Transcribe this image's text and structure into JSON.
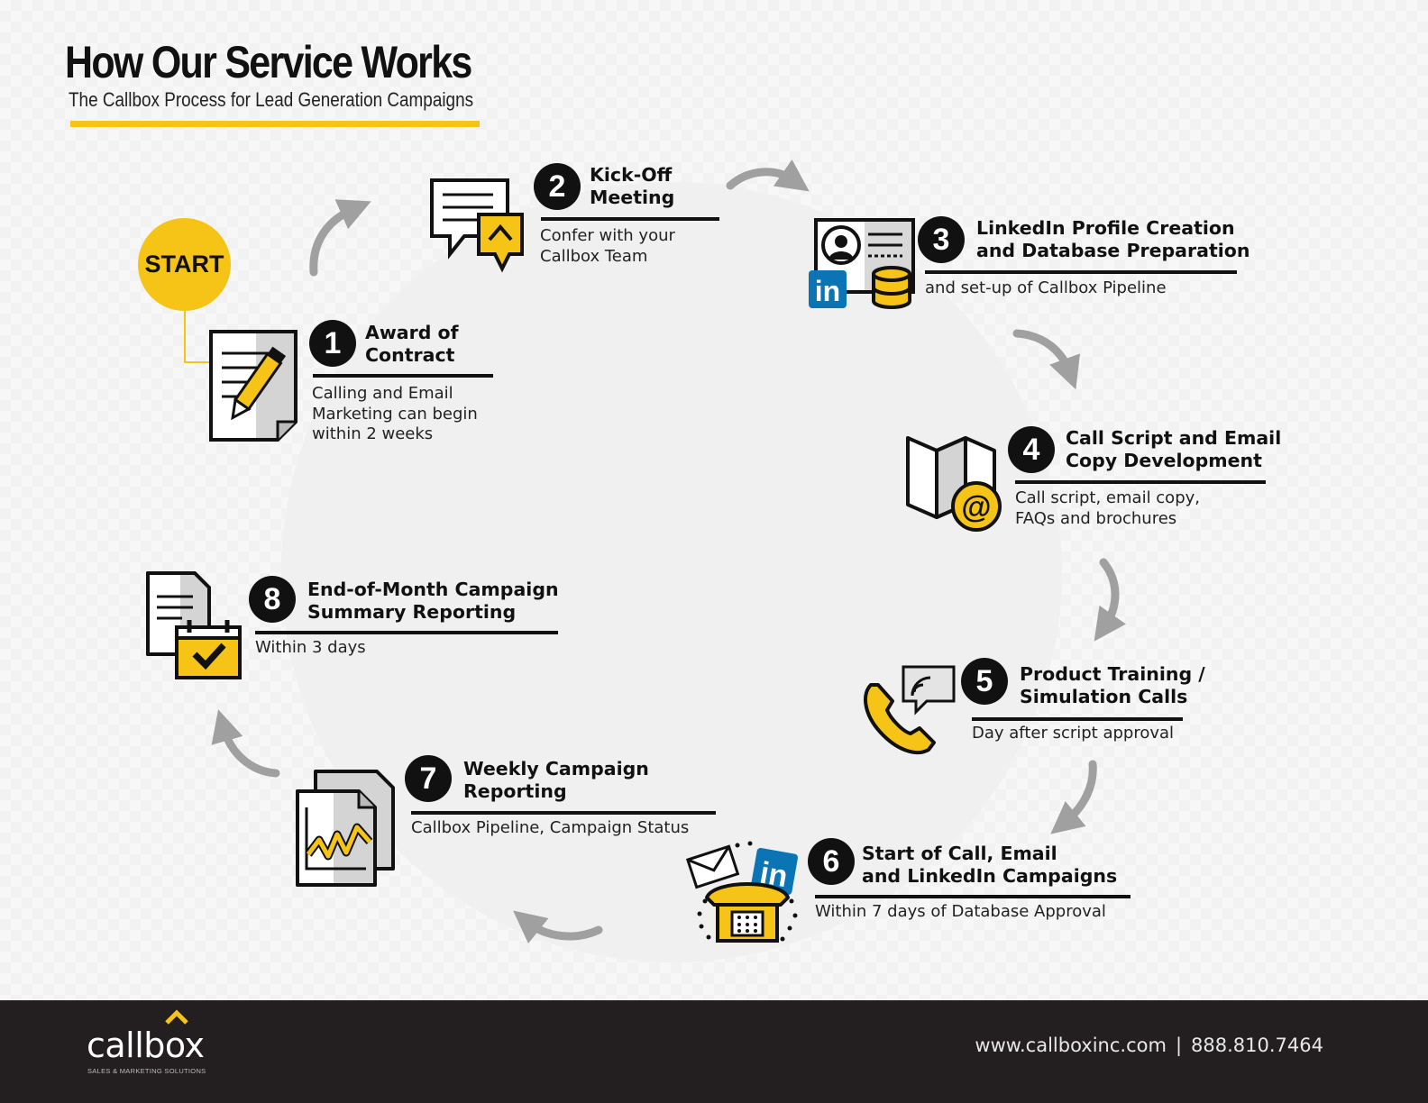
{
  "header": {
    "title": "How Our Service Works",
    "subtitle": "The Callbox Process for Lead Generation Campaigns"
  },
  "start_label": "START",
  "steps": [
    {
      "number": "1",
      "title": "Award of\nContract",
      "desc": "Calling and Email\nMarketing can begin\nwithin 2 weeks",
      "icon": "contract-pencil-icon"
    },
    {
      "number": "2",
      "title": "Kick-Off\nMeeting",
      "desc": "Confer with your\nCallbox Team",
      "icon": "chat-bubbles-icon"
    },
    {
      "number": "3",
      "title": "LinkedIn Profile Creation\nand Database Preparation",
      "desc": "and set-up of Callbox Pipeline",
      "icon": "profile-database-icon"
    },
    {
      "number": "4",
      "title": "Call Script and Email\nCopy Development",
      "desc": "Call script, email copy,\nFAQs and brochures",
      "icon": "map-email-icon"
    },
    {
      "number": "5",
      "title": "Product Training /\nSimulation Calls",
      "desc": "Day after script approval",
      "icon": "phone-signal-icon"
    },
    {
      "number": "6",
      "title": "Start of Call, Email\nand LinkedIn Campaigns",
      "desc": "Within 7 days of Database Approval",
      "icon": "telephone-campaign-icon"
    },
    {
      "number": "7",
      "title": "Weekly Campaign\nReporting",
      "desc": "Callbox Pipeline, Campaign Status",
      "icon": "report-chart-icon"
    },
    {
      "number": "8",
      "title": "End-of-Month Campaign\nSummary Reporting",
      "desc": "Within 3 days",
      "icon": "calendar-check-icon"
    }
  ],
  "icon_labels": {
    "linkedin": "in"
  },
  "footer": {
    "logo": "callbox",
    "tagline": "SALES & MARKETING SOLUTIONS",
    "website": "www.callboxinc.com",
    "separator": "|",
    "phone": "888.810.7464"
  },
  "colors": {
    "accent": "#f6c416",
    "dark": "#111111",
    "footer_bg": "#231f20",
    "linkedin": "#0a74b4",
    "arrow": "#a0a0a0"
  }
}
